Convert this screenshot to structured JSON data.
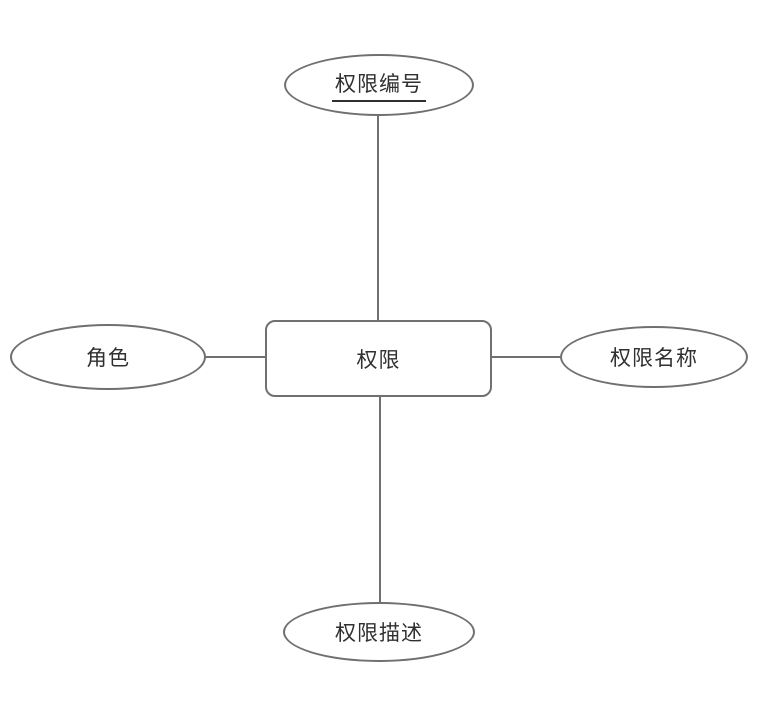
{
  "diagram": {
    "type": "entity-relationship",
    "entity": {
      "label": "权限",
      "shape": "rounded-rectangle"
    },
    "attributes": [
      {
        "label": "权限编号",
        "position": "top",
        "primary_key": true,
        "shape": "ellipse"
      },
      {
        "label": "角色",
        "position": "left",
        "primary_key": false,
        "shape": "ellipse"
      },
      {
        "label": "权限名称",
        "position": "right",
        "primary_key": false,
        "shape": "ellipse"
      },
      {
        "label": "权限描述",
        "position": "bottom",
        "primary_key": false,
        "shape": "ellipse"
      }
    ],
    "connectors": [
      {
        "from": "权限",
        "to": "权限编号"
      },
      {
        "from": "权限",
        "to": "角色"
      },
      {
        "from": "权限",
        "to": "权限名称"
      },
      {
        "from": "权限",
        "to": "权限描述"
      }
    ],
    "colors": {
      "stroke": "#707070",
      "text": "#303030",
      "background": "#ffffff"
    }
  }
}
